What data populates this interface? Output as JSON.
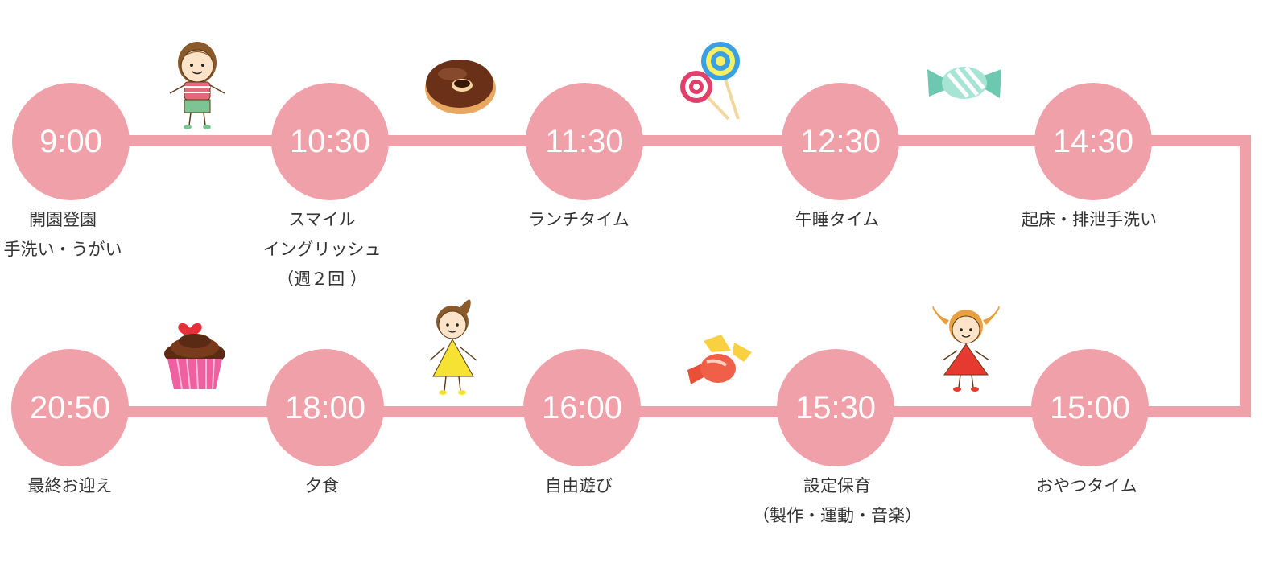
{
  "schedule": [
    {
      "time": "9:00",
      "label": [
        "開園登園",
        "手洗い・うがい"
      ]
    },
    {
      "time": "10:30",
      "label": [
        "スマイル",
        "イングリッシュ",
        "（週２回 ）"
      ]
    },
    {
      "time": "11:30",
      "label": [
        "ランチタイム"
      ]
    },
    {
      "time": "12:30",
      "label": [
        "午睡タイム"
      ]
    },
    {
      "time": "14:30",
      "label": [
        "起床・排泄手洗い"
      ]
    },
    {
      "time": "15:00",
      "label": [
        "おやつタイム"
      ]
    },
    {
      "time": "15:30",
      "label": [
        "設定保育",
        "（製作・運動・音楽）"
      ]
    },
    {
      "time": "16:00",
      "label": [
        "自由遊び"
      ]
    },
    {
      "time": "18:00",
      "label": [
        "夕食"
      ]
    },
    {
      "time": "20:50",
      "label": [
        "最終お迎え"
      ]
    }
  ],
  "colors": {
    "track": "#f0a0a8",
    "node": "#f0a0a8",
    "node_text": "#ffffff",
    "label_text": "#333333"
  },
  "decorations": [
    "boy-illustration",
    "donut-icon",
    "lollipop-icon",
    "wrapped-candy-icon",
    "girl-ponytail-illustration",
    "girl-pigtails-illustration",
    "candy-icon",
    "cupcake-icon"
  ]
}
